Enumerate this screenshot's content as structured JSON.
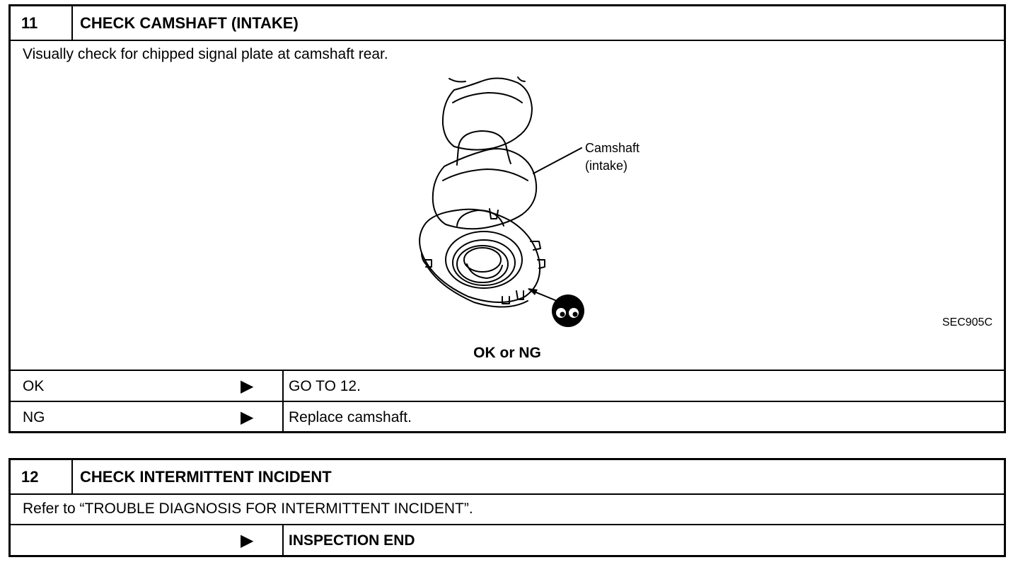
{
  "step11": {
    "number": "11",
    "title": "CHECK CAMSHAFT (INTAKE)",
    "instruction": "Visually check for chipped signal plate at camshaft rear.",
    "figure": {
      "label_line1": "Camshaft",
      "label_line2": "(intake)",
      "figure_id": "SEC905C",
      "icon": "inspect-eye-icon"
    },
    "result_prompt": "OK or NG",
    "results": [
      {
        "label": "OK",
        "arrow": "▶",
        "action": "GO TO 12."
      },
      {
        "label": "NG",
        "arrow": "▶",
        "action": "Replace camshaft."
      }
    ]
  },
  "step12": {
    "number": "12",
    "title": "CHECK INTERMITTENT INCIDENT",
    "instruction": "Refer to “TROUBLE DIAGNOSIS FOR INTERMITTENT INCIDENT”.",
    "result": {
      "arrow": "▶",
      "action": "INSPECTION END"
    }
  }
}
